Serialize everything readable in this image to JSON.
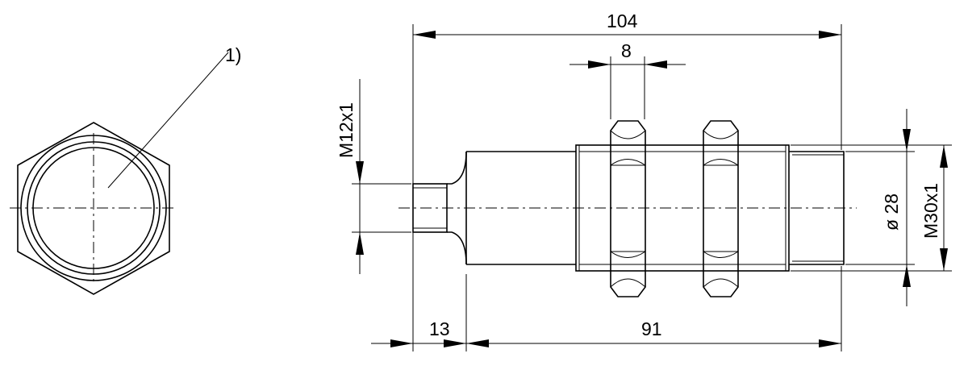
{
  "callout": {
    "label": "1)"
  },
  "dimensions": {
    "overall_length": "104",
    "nut_width": "8",
    "connector_thread": "M12x1",
    "body_diameter": "ø 28",
    "body_thread": "M30x1",
    "connector_length": "13",
    "body_length": "91"
  }
}
